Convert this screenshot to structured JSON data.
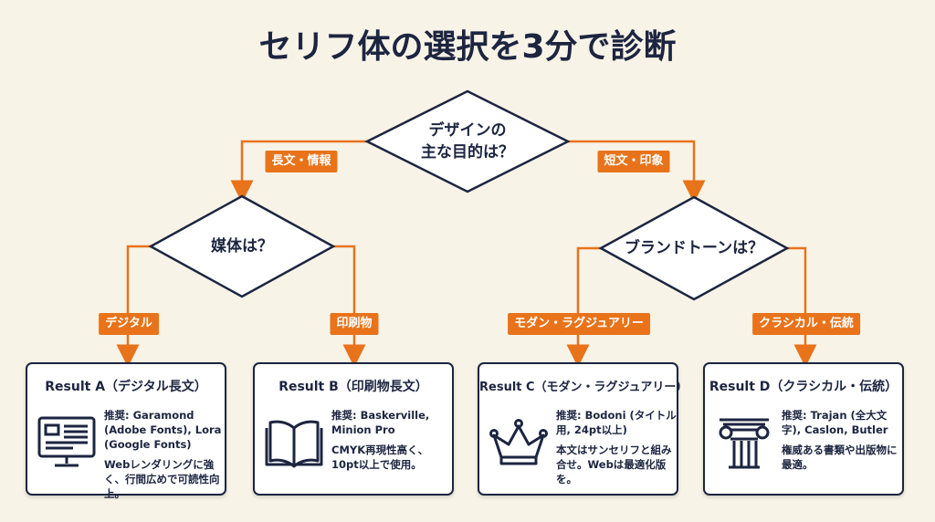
{
  "title": "セリフ体の選択を3分で診断",
  "colors": {
    "accent": "#e8731a",
    "ink": "#1c2540",
    "background": "#f8f3e7"
  },
  "decisions": {
    "root": {
      "line1": "デザインの",
      "line2": "主な目的は？"
    },
    "medium": "媒体は？",
    "brand": "ブランドトーンは？"
  },
  "branches": {
    "long": "長文・情報",
    "short": "短文・印象",
    "digital": "デジタル",
    "print": "印刷物",
    "modern": "モダン・ラグジュアリー",
    "classic": "クラシカル・伝統"
  },
  "results": [
    {
      "title": "Result A（デジタル長文）",
      "icon": "monitor-icon",
      "rec": "推奨: Garamond (Adobe Fonts), Lora (Google Fonts)",
      "note": "Webレンダリングに強く、行間広めで可読性向上。"
    },
    {
      "title": "Result B（印刷物長文）",
      "icon": "book-icon",
      "rec": "推奨: Baskerville, Minion Pro",
      "note": "CMYK再現性高く、10pt以上で使用。"
    },
    {
      "title": "Result C（モダン・ラグジュアリー）",
      "icon": "crown-icon",
      "rec": "推奨: Bodoni (タイトル用, 24pt以上)",
      "note": "本文はサンセリフと組み合せ。Webは最適化版を。"
    },
    {
      "title": "Result D（クラシカル・伝統）",
      "icon": "column-icon",
      "rec": "推奨: Trajan (全大文字), Caslon, Butler",
      "note": "権威ある書類や出版物に最適。"
    }
  ]
}
